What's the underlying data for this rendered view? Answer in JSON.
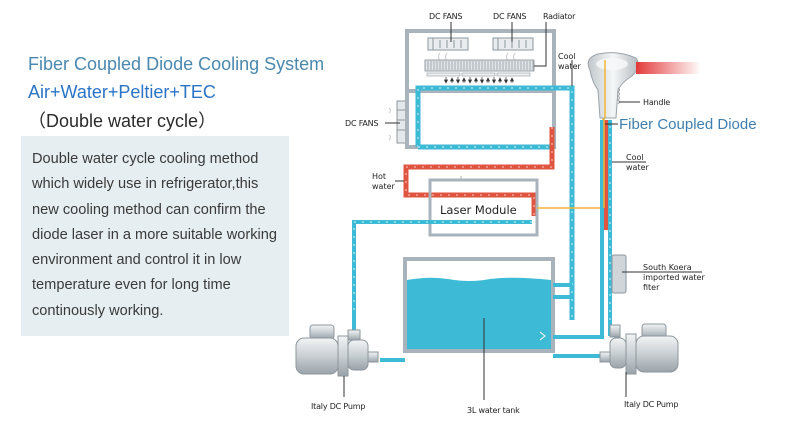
{
  "heading": {
    "title": "Fiber Coupled Diode Cooling System",
    "subtitle": "Air+Water+Peltier+TEC",
    "note": "（Double water cycle）"
  },
  "description": {
    "text": "Double water cycle cooling method which widely use in refrigerator,this new cooling method can confirm the diode laser in a more suitable working environment and control it in low temperature even for long time continously working."
  },
  "diagram": {
    "labels": {
      "dc_fans_top_left": "DC FANS",
      "dc_fans_top_right": "DC FANS",
      "radiator": "Radiator",
      "cool_water_top": [
        "Cool",
        "water"
      ],
      "dc_fans_side": "DC FANS",
      "hot_water": [
        "Hot",
        "water"
      ],
      "laser_module": "Laser Module",
      "handle": "Handle",
      "fiber_coupled_diode": "Fiber Coupled Diode",
      "cool_water_right": [
        "Cool",
        "water"
      ],
      "water_filter": [
        "South Koera",
        "imported water",
        "fiter"
      ],
      "pump_left": "Italy DC Pump",
      "pump_right": "Italy DC Pump",
      "water_tank": "3L water tank"
    },
    "colors": {
      "cool_pipe": "#3dbad6",
      "hot_pipe": "#e0553f",
      "fiber": "#f2b632",
      "frame": "#a8b3bb",
      "tank_water": "#3dbad6",
      "laser_beam": "#e33a3a"
    }
  }
}
